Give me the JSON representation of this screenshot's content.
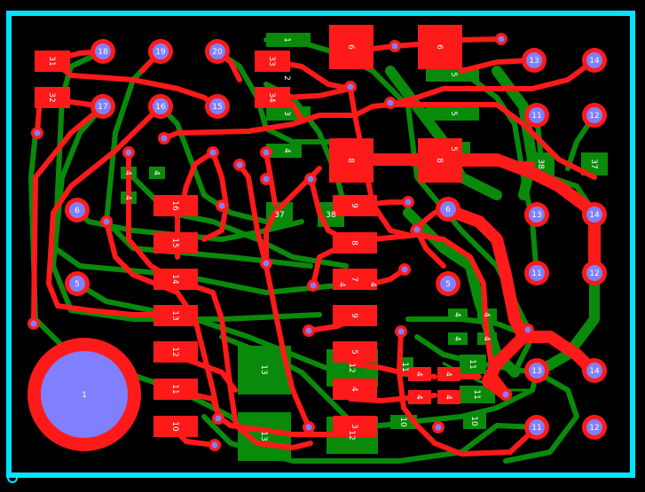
{
  "colors": {
    "background": "#000000",
    "border": "#00e5ff",
    "top_copper": "#ff1a1a",
    "bottom_copper": "#0a8a0a",
    "via": "#8080ff",
    "label": "#ffffff"
  },
  "pads": {
    "p18": "18",
    "p19": "19",
    "p20": "20",
    "p17": "17",
    "p16": "16",
    "p15": "15",
    "p6_left": "6",
    "p5_left": "5",
    "p13_a": "13",
    "p14_a": "14",
    "p11_a": "11",
    "p12_a": "12",
    "p13_b": "13",
    "p14_b": "14",
    "p11_b": "11",
    "p12_b": "12",
    "p13_c": "13",
    "p14_c": "14",
    "p11_c": "11",
    "p12_c": "12",
    "p6_mid": "6",
    "p5_mid": "5",
    "big": "1"
  },
  "smd": {
    "s31": "31",
    "s32": "32",
    "s33": "33",
    "s34": "34",
    "s16": "16",
    "s15": "15",
    "s14": "14",
    "s13": "13",
    "s12": "12",
    "s11": "11",
    "s10": "10",
    "s9a": "9",
    "s8a": "8",
    "s7": "7",
    "s9b": "9",
    "s5": "5",
    "s4": "4",
    "s3": "3",
    "s4l": "4",
    "s4r": "4",
    "s4m": "4",
    "s4n": "4",
    "big8a": "8",
    "big8b": "8",
    "big6a": "6",
    "big6b": "6"
  },
  "bottom_labels": {
    "b1": "1",
    "b2": "2",
    "b3": "3",
    "b4": "4",
    "b5a": "5",
    "b5b": "5",
    "b5c": "5",
    "b37a": "37",
    "b38a": "38",
    "b37b": "37",
    "b38b": "38",
    "b13a": "13",
    "b13b": "13",
    "b12a": "12",
    "b12b": "12",
    "b11a": "11",
    "b11b": "11",
    "b11c": "11",
    "b10a": "10",
    "b10b": "10",
    "b4a": "4",
    "b4b": "4",
    "b4c": "4",
    "b4d": "4",
    "b4e": "4",
    "b4f": "4",
    "b4g": "4",
    "b4h": "4",
    "b4i": "4"
  }
}
